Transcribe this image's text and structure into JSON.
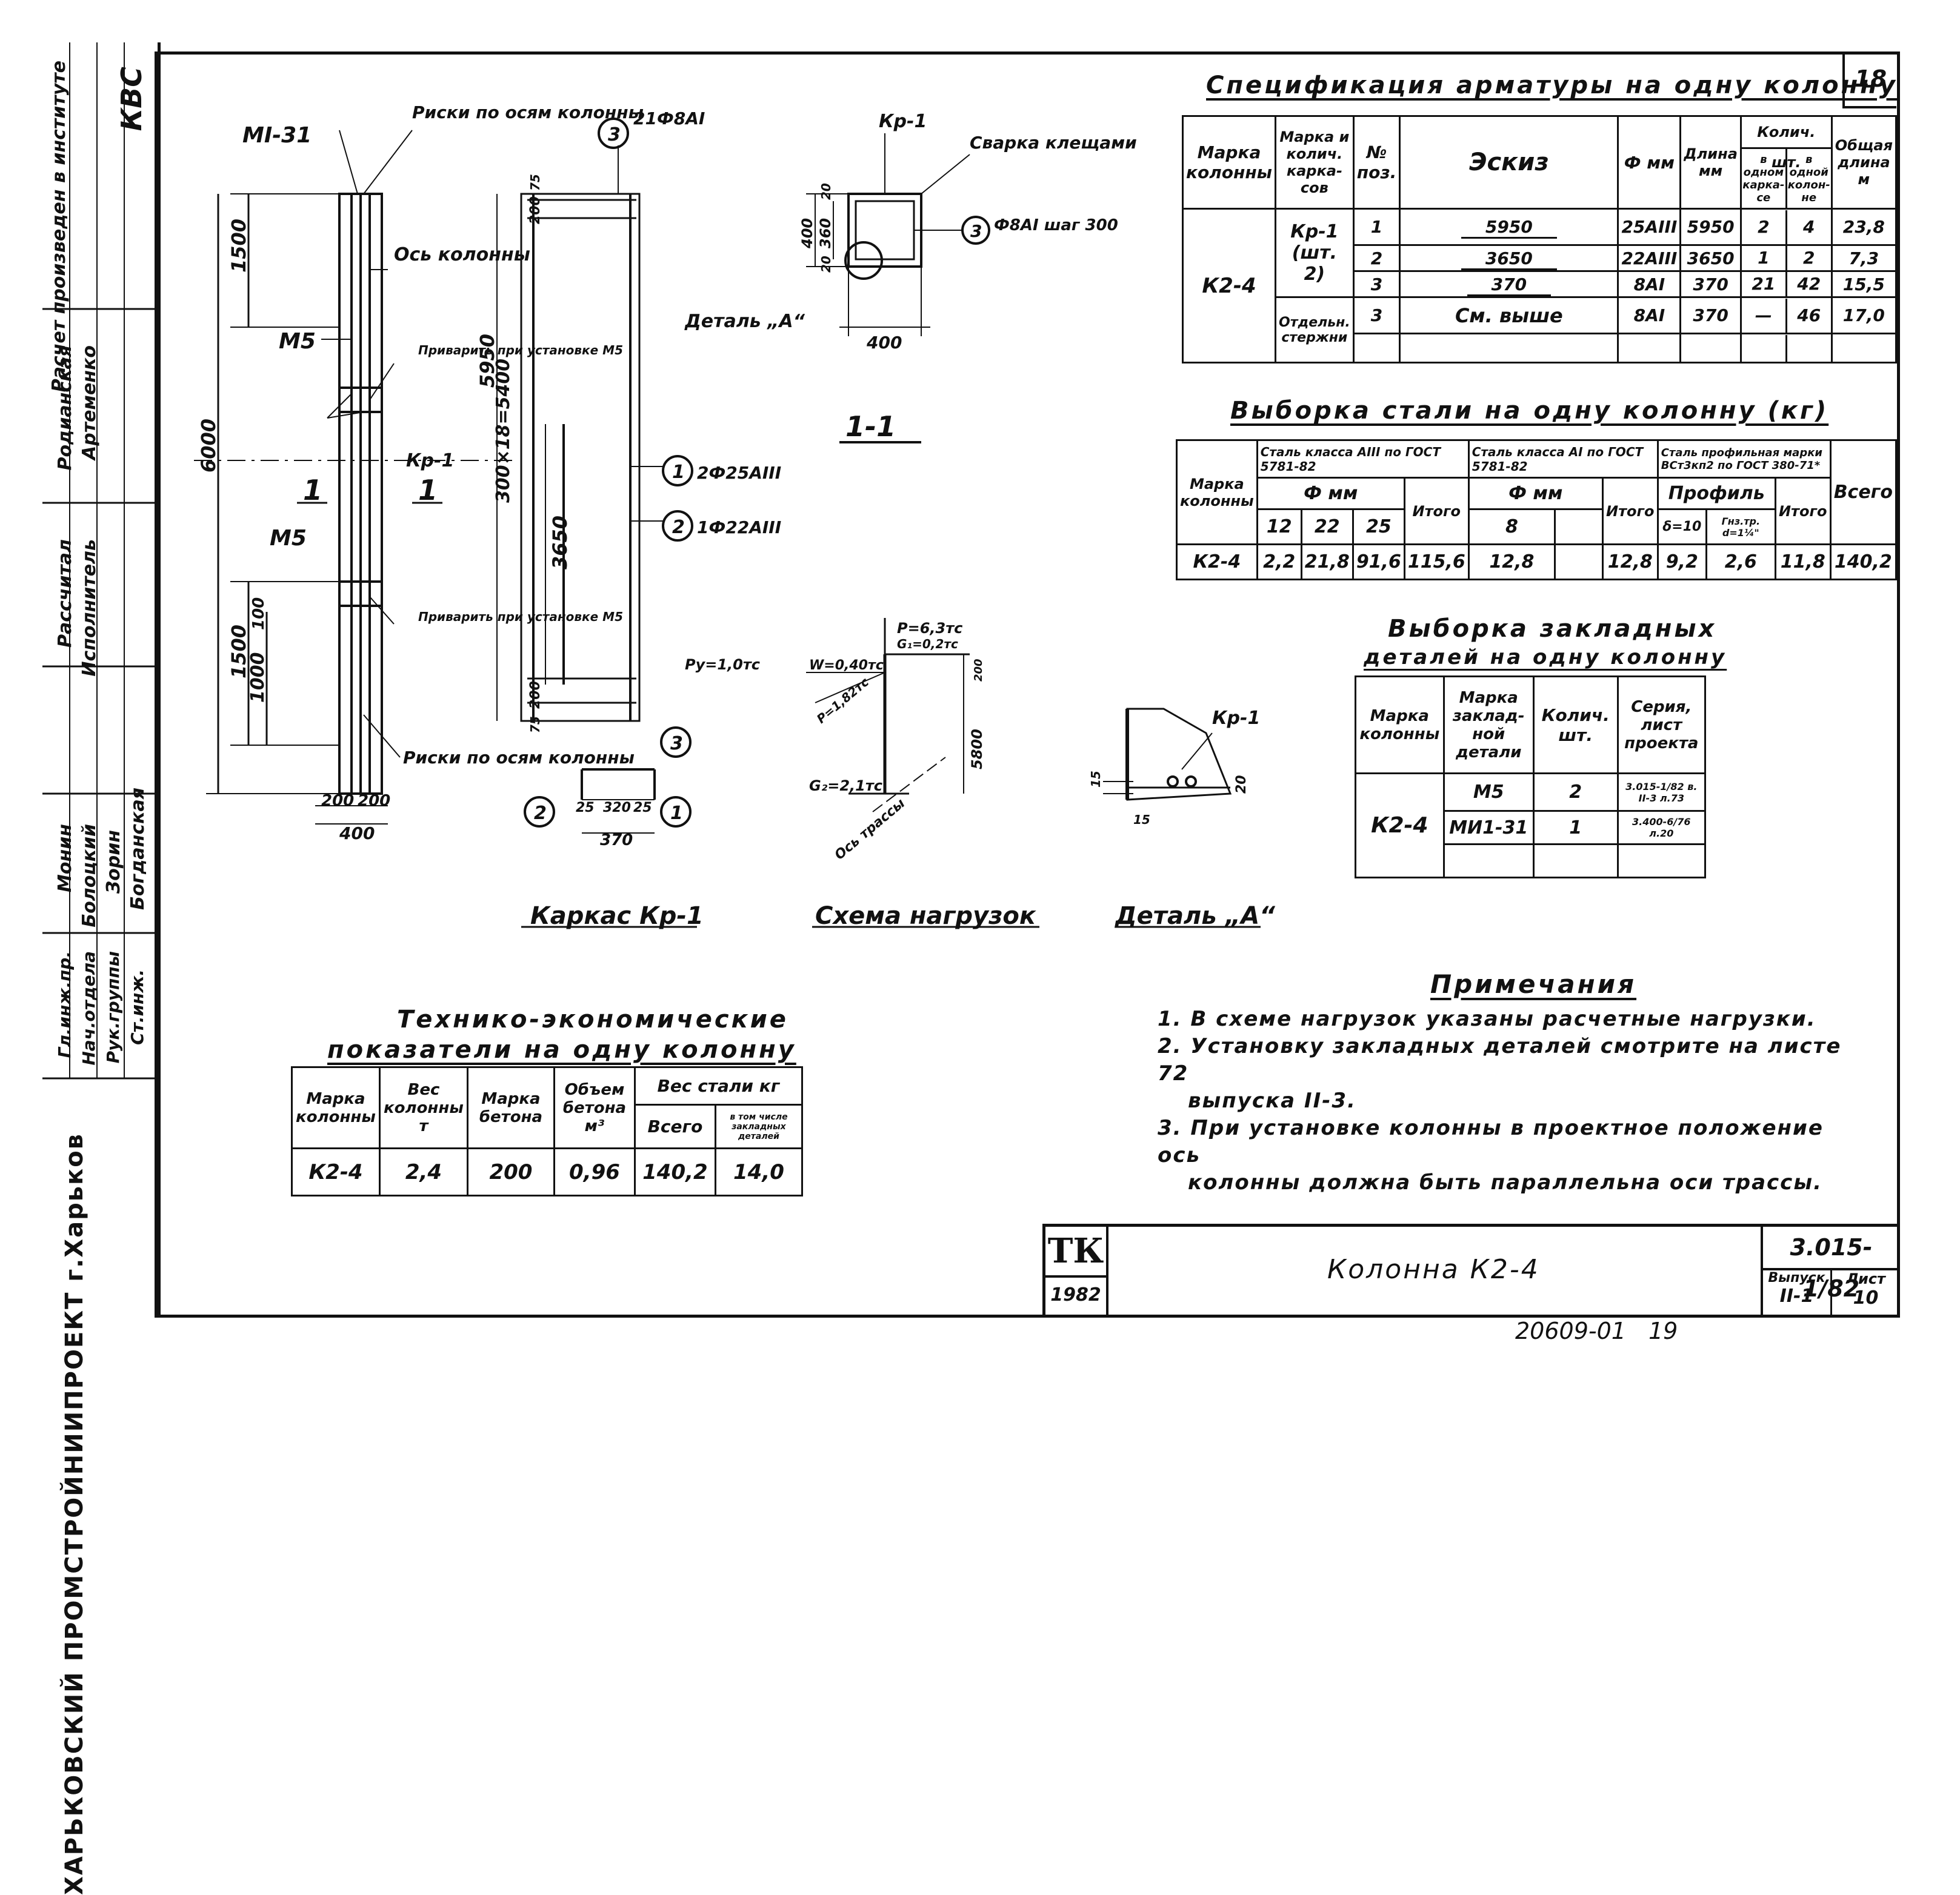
{
  "sheet_number_top": "18",
  "spec": {
    "title": "Спецификация арматуры на одну колонну",
    "headers": {
      "col_mark": "Марка колонны",
      "frame_mark": "Марка и колич. карка-сов",
      "pos": "№ поз.",
      "sketch": "Эскиз",
      "dia": "Ф мм",
      "length": "Длина мм",
      "qty": "Колич. шт.",
      "qty_frame": "в одном карка-се",
      "qty_column": "в одной колон-не",
      "total": "Общая длина м"
    },
    "column_mark": "К2-4",
    "frame_label": "Кр-1",
    "frame_count": "(шт. 2)",
    "separate_label": "Отдельн. стержни",
    "rows": [
      {
        "pos": "1",
        "sketch": "5950",
        "dia": "25AIII",
        "len": "5950",
        "qf": "2",
        "qc": "4",
        "total": "23,8"
      },
      {
        "pos": "2",
        "sketch": "3650",
        "dia": "22AIII",
        "len": "3650",
        "qf": "1",
        "qc": "2",
        "total": "7,3"
      },
      {
        "pos": "3",
        "sketch": "370",
        "dia": "8AI",
        "len": "370",
        "qf": "21",
        "qc": "42",
        "total": "15,5"
      },
      {
        "pos": "3",
        "sketch": "См. выше",
        "dia": "8AI",
        "len": "370",
        "qf": "—",
        "qc": "46",
        "total": "17,0"
      }
    ]
  },
  "steel": {
    "title": "Выборка стали на одну колонну (кг)",
    "h_mark": "Марка колонны",
    "h_a3": "Сталь класса AIII по ГОСТ 5781-82",
    "h_a1": "Сталь класса AI по ГОСТ 5781-82",
    "h_prof": "Сталь профильная марки ВСт3кп2 по ГОСТ 380-71*",
    "h_fmm": "Ф мм",
    "h_profile": "Профиль",
    "h_total": "Итого",
    "h_all": "Всего",
    "sub": [
      "12",
      "22",
      "25",
      "8",
      "δ=10",
      "Гнз.тр. d=1¼\""
    ],
    "row": [
      "К2-4",
      "2,2",
      "21,8",
      "91,6",
      "115,6",
      "12,8",
      "12,8",
      "9,2",
      "2,6",
      "11,8",
      "140,2"
    ]
  },
  "embed": {
    "title1": "Выборка закладных",
    "title2": "деталей на одну колонну",
    "h_col": "Марка колонны",
    "h_det": "Марка заклад-ной детали",
    "h_qty": "Колич. шт.",
    "h_series": "Серия, лист проекта",
    "col": "К2-4",
    "rows": [
      {
        "det": "М5",
        "qty": "2",
        "ser": "3.015-1/82 в. II-3 л.73"
      },
      {
        "det": "МИ1-31",
        "qty": "1",
        "ser": "3.400-6/76 л.20"
      }
    ]
  },
  "tech": {
    "title1": "Технико-экономические",
    "title2": "показатели на одну колонну",
    "h_mark": "Марка колонны",
    "h_weight": "Вес колонны т",
    "h_concrete": "Марка бетона",
    "h_volume": "Объем бетона м³",
    "h_steel": "Вес стали кг",
    "h_total": "Всего",
    "h_incl": "в том числе закладных деталей",
    "row": [
      "К2-4",
      "2,4",
      "200",
      "0,96",
      "140,2",
      "14,0"
    ]
  },
  "notes": {
    "title": "Примечания",
    "items": [
      "1. В схеме нагрузок указаны расчетные нагрузки.",
      "2. Установку закладных деталей смотрите на листе 72",
      "выпуска II-3.",
      "3. При установке колонны в проектное положение ось",
      "колонны должна быть параллельна оси трассы."
    ]
  },
  "drawings": {
    "karkas_caption": "Каркас Кр-1",
    "loads_caption": "Схема нагрузок",
    "detail_caption": "Деталь „А“",
    "section_label": "1-1",
    "labels": {
      "mi31": "МI-31",
      "marks_top": "Риски по осям колонны",
      "axis": "Ось колонны",
      "m5a": "М5",
      "m5b": "М5",
      "weld1": "Приварить при установке М5",
      "weld2": "Приварить при установке М5",
      "kr1": "Кр-1",
      "marks_bottom": "Риски по осям колонны",
      "one_a": "1",
      "one_b": "1",
      "d6000": "6000",
      "d1500a": "1500",
      "d1500b": "1500",
      "d1000": "1000",
      "d100": "100",
      "d200a": "200",
      "d200b": "200",
      "d400": "400",
      "d5950": "5950",
      "d300x18": "300×18=5400",
      "d3650": "3650",
      "d75a": "75",
      "d75b": "75",
      "d200c": "200",
      "d200d": "200",
      "bars1": "2Ф25АIII",
      "bars2": "1Ф22АIII",
      "bars3": "21Ф8АI",
      "c1": "1",
      "c2": "2",
      "c3": "3",
      "d25a": "25",
      "d320": "320",
      "d25b": "25",
      "d370": "370",
      "sec_kr1": "Кр-1",
      "weld_clamp": "Сварка клещами",
      "stirrup": "Ф8АI шаг 300",
      "detail_a": "Деталь „А“",
      "s400v": "400",
      "s360": "360",
      "s20a": "20",
      "s20b": "20",
      "s400h": "400",
      "p": "Р=6,3тс",
      "g1": "G₁=0,2тс",
      "py": "Ру=1,0тс",
      "w": "W=0,40тс",
      "p2": "Р=1,82тс",
      "g2": "G₂=2,1тс",
      "d200e": "200",
      "d5800": "5800",
      "trass": "Ось трассы",
      "det_kr1": "Кр-1",
      "d15a": "15",
      "d15b": "15",
      "d20": "20"
    }
  },
  "title_block": {
    "tk": "ТК",
    "year": "1982",
    "name": "Колонна К2-4",
    "series": "3.015-1/82",
    "issue_label": "Выпуск",
    "issue": "II-1",
    "sheet_label": "Лист",
    "sheet": "10"
  },
  "side_stamp": {
    "rows": [
      [
        "Расчет произведен в институте",
        "КВС"
      ],
      [
        "Родианская",
        "Артеменко"
      ],
      [
        "Рассчитал",
        "Исполнитель"
      ],
      [
        "Монин",
        "Болоцкий"
      ],
      [
        "Зорин",
        "Богданская"
      ],
      [
        "Гл.инж.пр.",
        "Нач.отдела"
      ],
      [
        "Рук.группы",
        "Ст.инж."
      ]
    ],
    "org": "ХАРЬКОВСКИЙ ПРОМСТРОЙНИИПРОЕКТ г.Харьков"
  },
  "bottom_code": "20609-01",
  "bottom_page": "19"
}
